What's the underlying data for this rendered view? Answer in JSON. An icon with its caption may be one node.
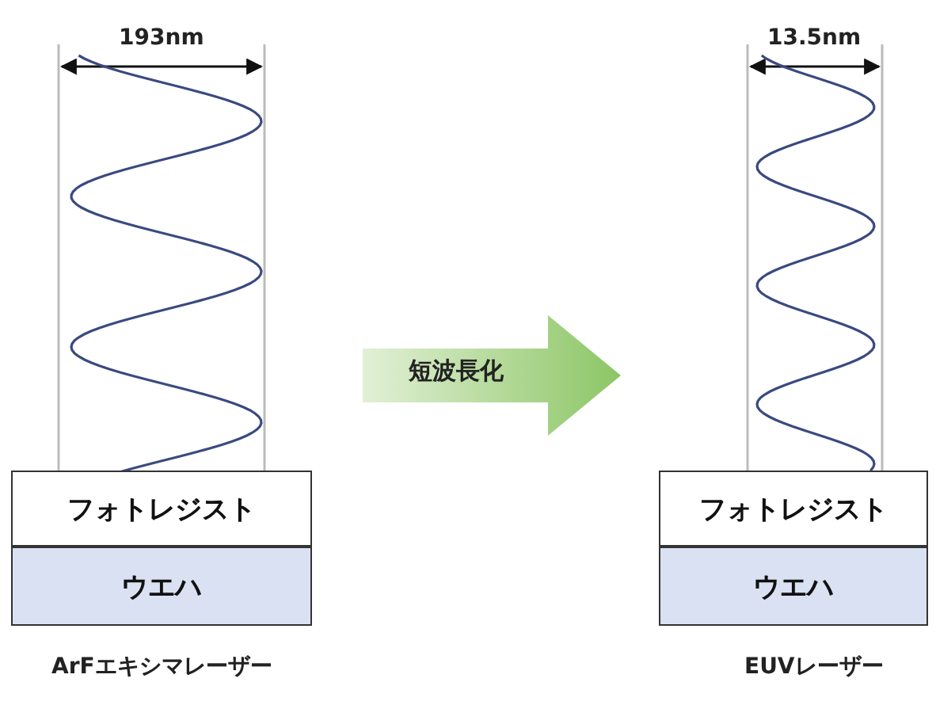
{
  "diagram": {
    "nodes": [
      {
        "text": [
          "フォトレジスト"
        ]
      },
      {
        "text": [
          "ウエハ"
        ]
      },
      {
        "text": [
          "短波長化"
        ]
      },
      {
        "text": [
          "フォトレジスト"
        ]
      },
      {
        "text": [
          "ウエハ"
        ]
      }
    ],
    "labels": [
      "193nm",
      "13.5nm",
      "ArFエキシマレーザー",
      "EUVレーザー"
    ]
  }
}
